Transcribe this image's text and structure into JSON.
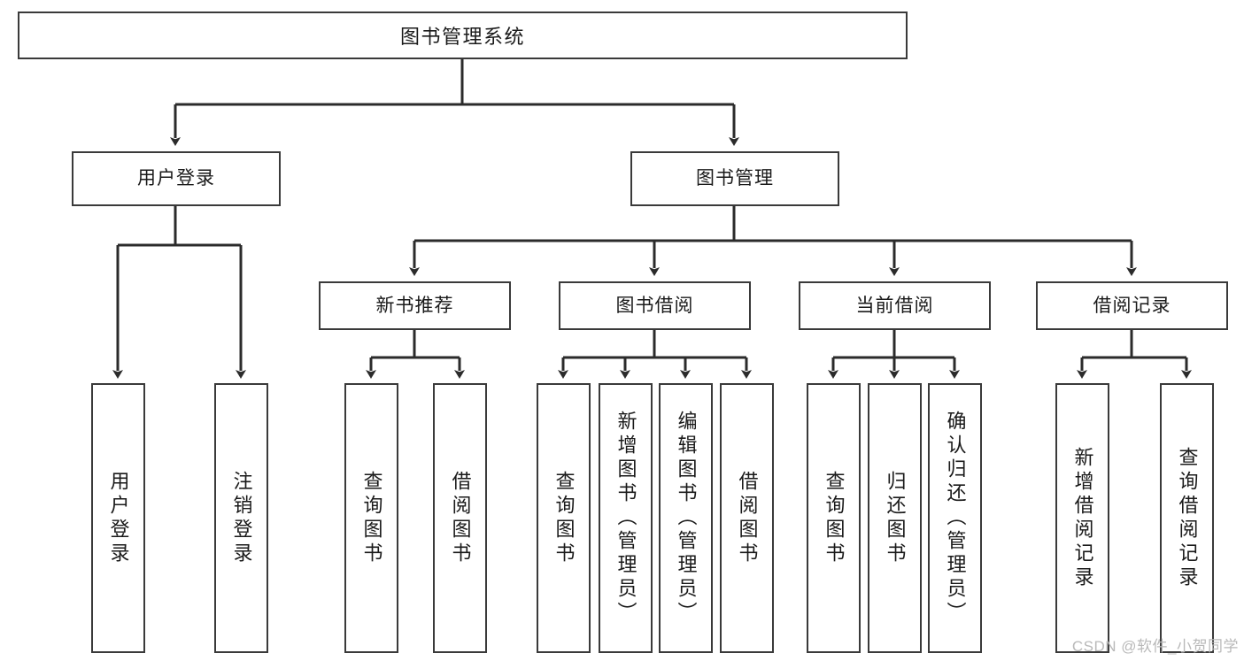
{
  "diagram": {
    "type": "tree",
    "title": "图书管理系统",
    "watermark": "CSDN @软件_小贺同学",
    "colors": {
      "box_border": "#3a3a3a",
      "box_fill": "#ffffff",
      "connector": "#2b2b2b",
      "text": "#1a1a1a",
      "watermark": "#b9b9b9"
    },
    "root": {
      "label": "图书管理系统",
      "children": [
        {
          "label": "用户登录",
          "children": [
            {
              "label": "用户登录",
              "children": []
            },
            {
              "label": "注销登录",
              "children": []
            }
          ]
        },
        {
          "label": "图书管理",
          "children": [
            {
              "label": "新书推荐",
              "children": [
                {
                  "label": "查询图书",
                  "children": []
                },
                {
                  "label": "借阅图书",
                  "children": []
                }
              ]
            },
            {
              "label": "图书借阅",
              "children": [
                {
                  "label": "查询图书",
                  "children": []
                },
                {
                  "label": "新增图书（管理员）",
                  "children": []
                },
                {
                  "label": "编辑图书（管理员）",
                  "children": []
                },
                {
                  "label": "借阅图书",
                  "children": []
                }
              ]
            },
            {
              "label": "当前借阅",
              "children": [
                {
                  "label": "查询图书",
                  "children": []
                },
                {
                  "label": "归还图书",
                  "children": []
                },
                {
                  "label": "确认归还（管理员）",
                  "children": []
                }
              ]
            },
            {
              "label": "借阅记录",
              "children": [
                {
                  "label": "新增借阅记录",
                  "children": []
                },
                {
                  "label": "查询借阅记录",
                  "children": []
                }
              ]
            }
          ]
        }
      ]
    },
    "nodes": {
      "root_title": "图书管理系统",
      "user_login": "用户登录",
      "book_manage": "图书管理",
      "new_book_rec": "新书推荐",
      "book_borrow": "图书借阅",
      "current_borrow": "当前借阅",
      "borrow_record": "借阅记录",
      "leaf_user_login": "用户登录",
      "leaf_logout": "注销登录",
      "leaf_rec_query": "查询图书",
      "leaf_rec_borrow": "借阅图书",
      "leaf_borrow_query": "查询图书",
      "leaf_borrow_add": "新增图书（管理员）",
      "leaf_borrow_edit": "编辑图书（管理员）",
      "leaf_borrow_do": "借阅图书",
      "leaf_cur_query": "查询图书",
      "leaf_cur_return": "归还图书",
      "leaf_cur_confirm": "确认归还（管理员）",
      "leaf_rec_add": "新增借阅记录",
      "leaf_rec_query2": "查询借阅记录"
    }
  }
}
